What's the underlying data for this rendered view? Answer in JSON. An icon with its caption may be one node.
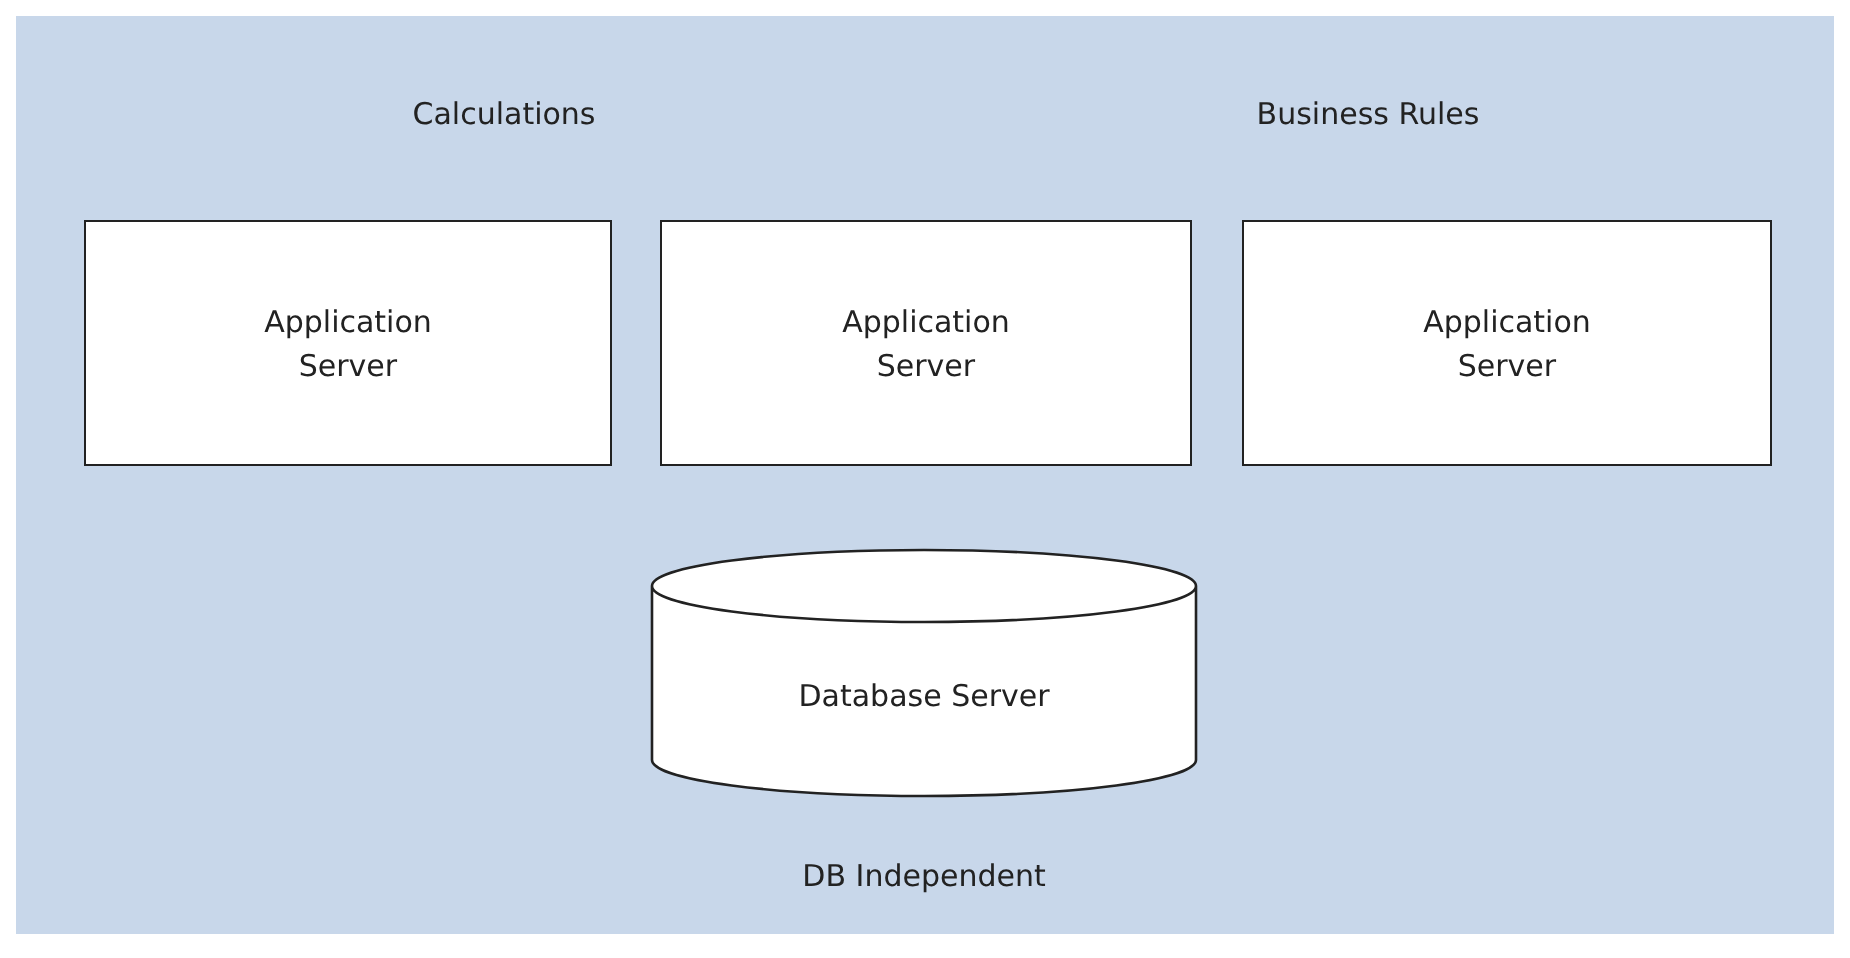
{
  "diagram": {
    "nodes": [
      {
        "text": [
          "Application Server"
        ]
      },
      {
        "text": [
          "Application Server"
        ]
      },
      {
        "text": [
          "Application Server"
        ]
      },
      {
        "text": [
          "Database Server"
        ]
      }
    ],
    "labels": [
      "Calculations",
      "Business Rules",
      "DB Independent"
    ]
  }
}
